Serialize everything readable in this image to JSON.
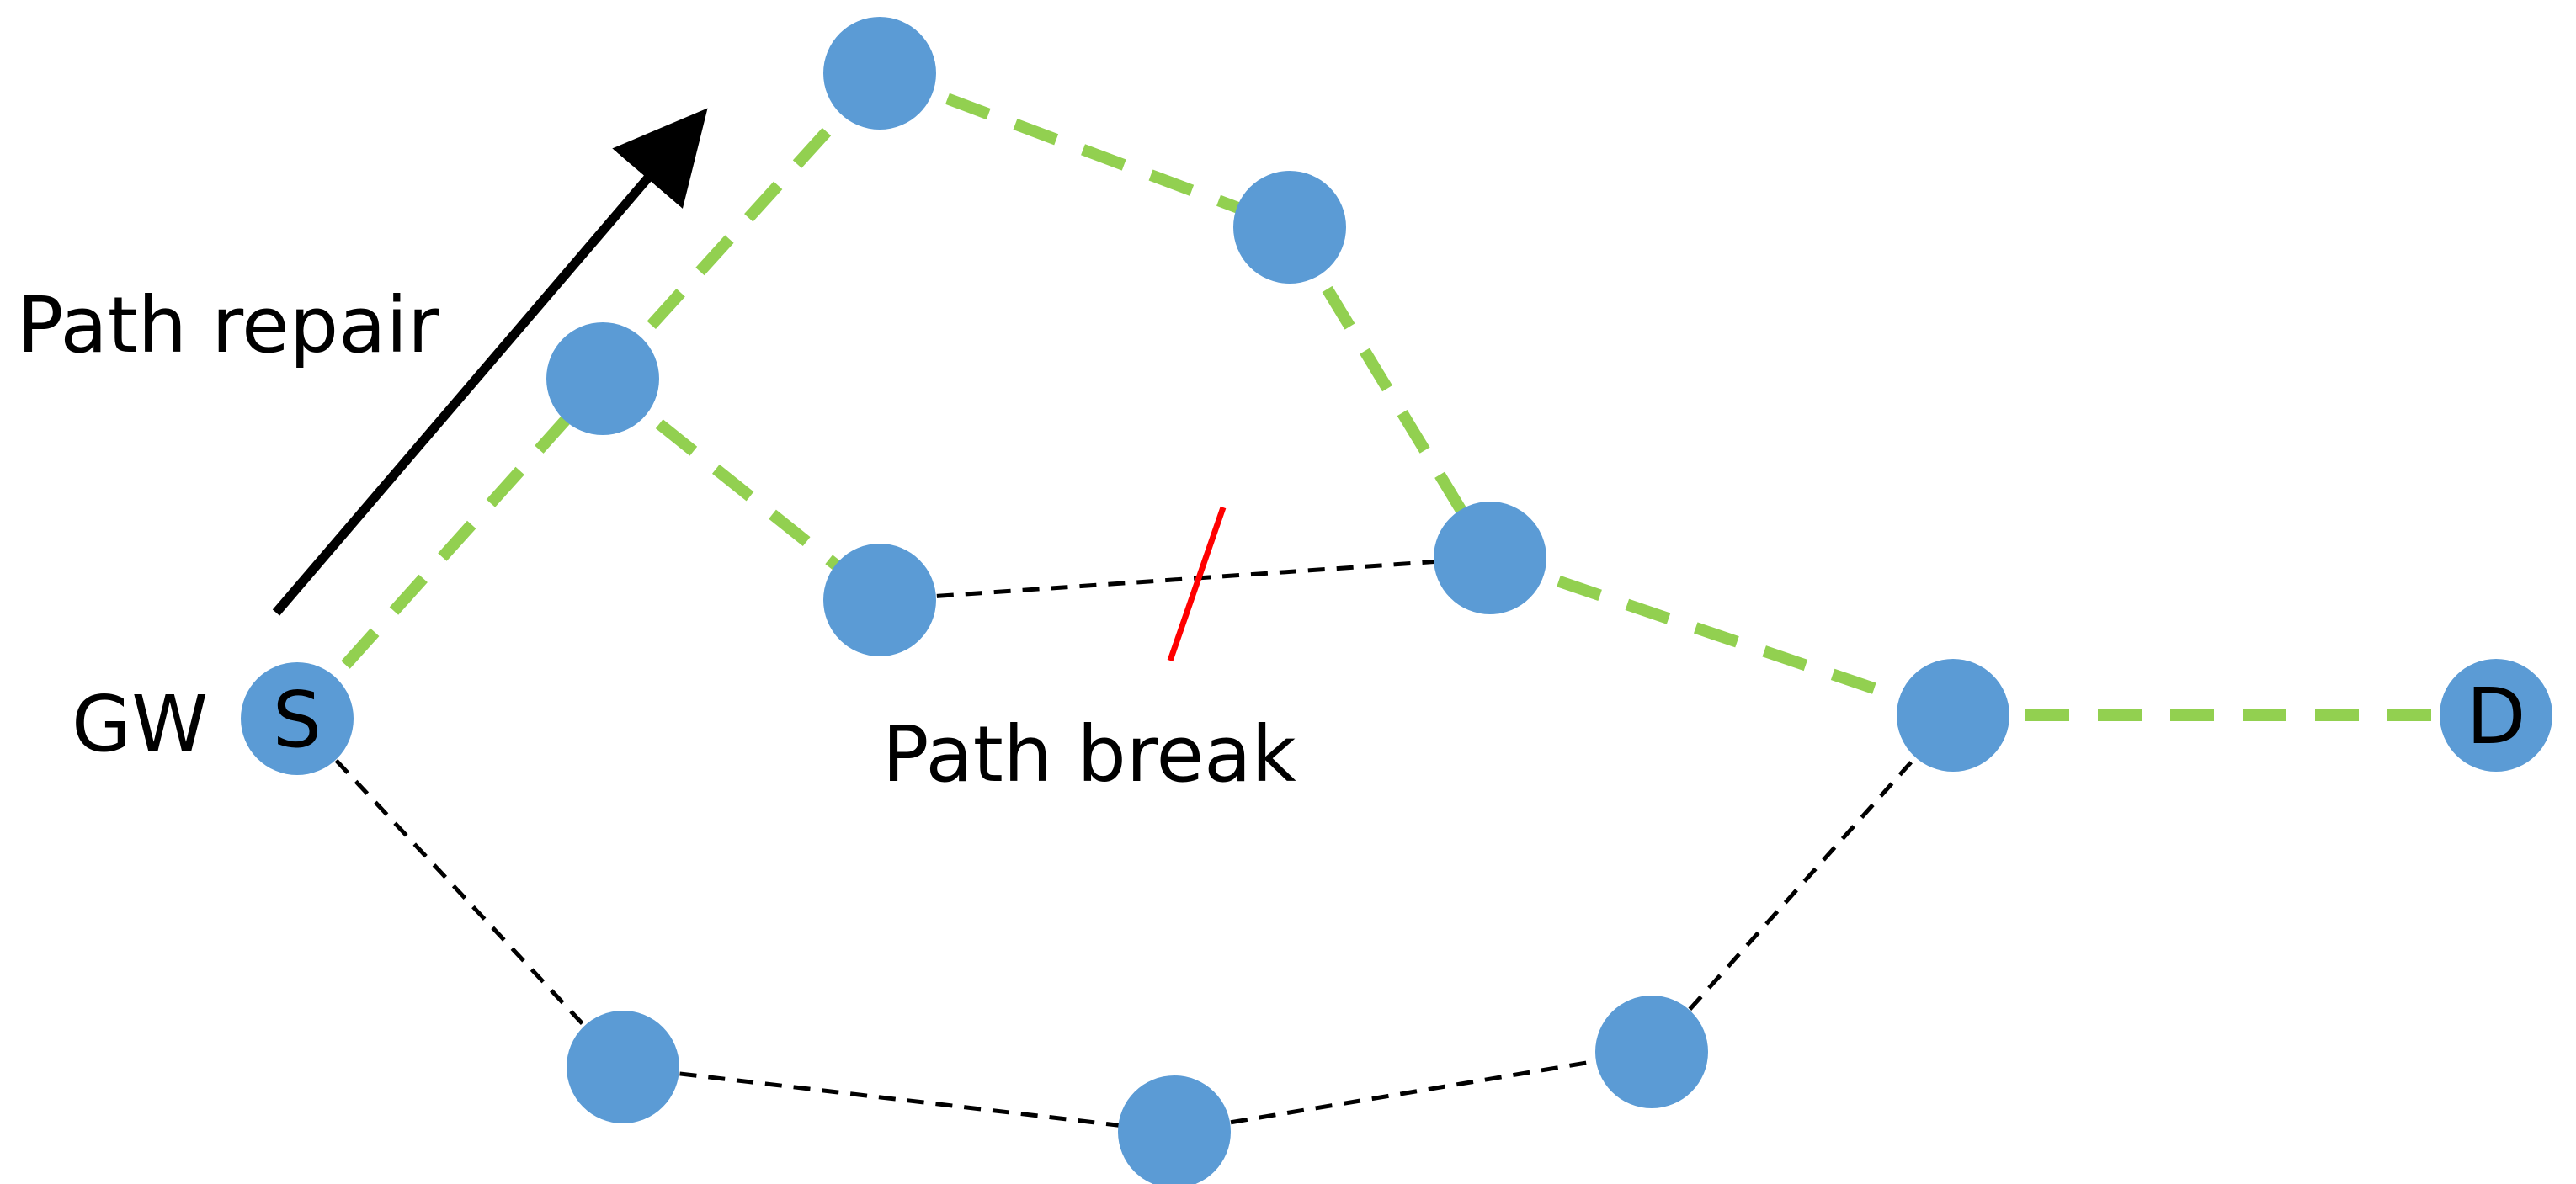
{
  "labels": {
    "path_repair": "Path repair",
    "path_break": "Path break",
    "gateway": "GW",
    "source": "S",
    "destination": "D"
  },
  "colors": {
    "node_fill": "#5b9bd5",
    "repaired_path": "#92d050",
    "backup_link": "#000000",
    "break_mark": "#ff0000",
    "arrow": "#000000"
  }
}
